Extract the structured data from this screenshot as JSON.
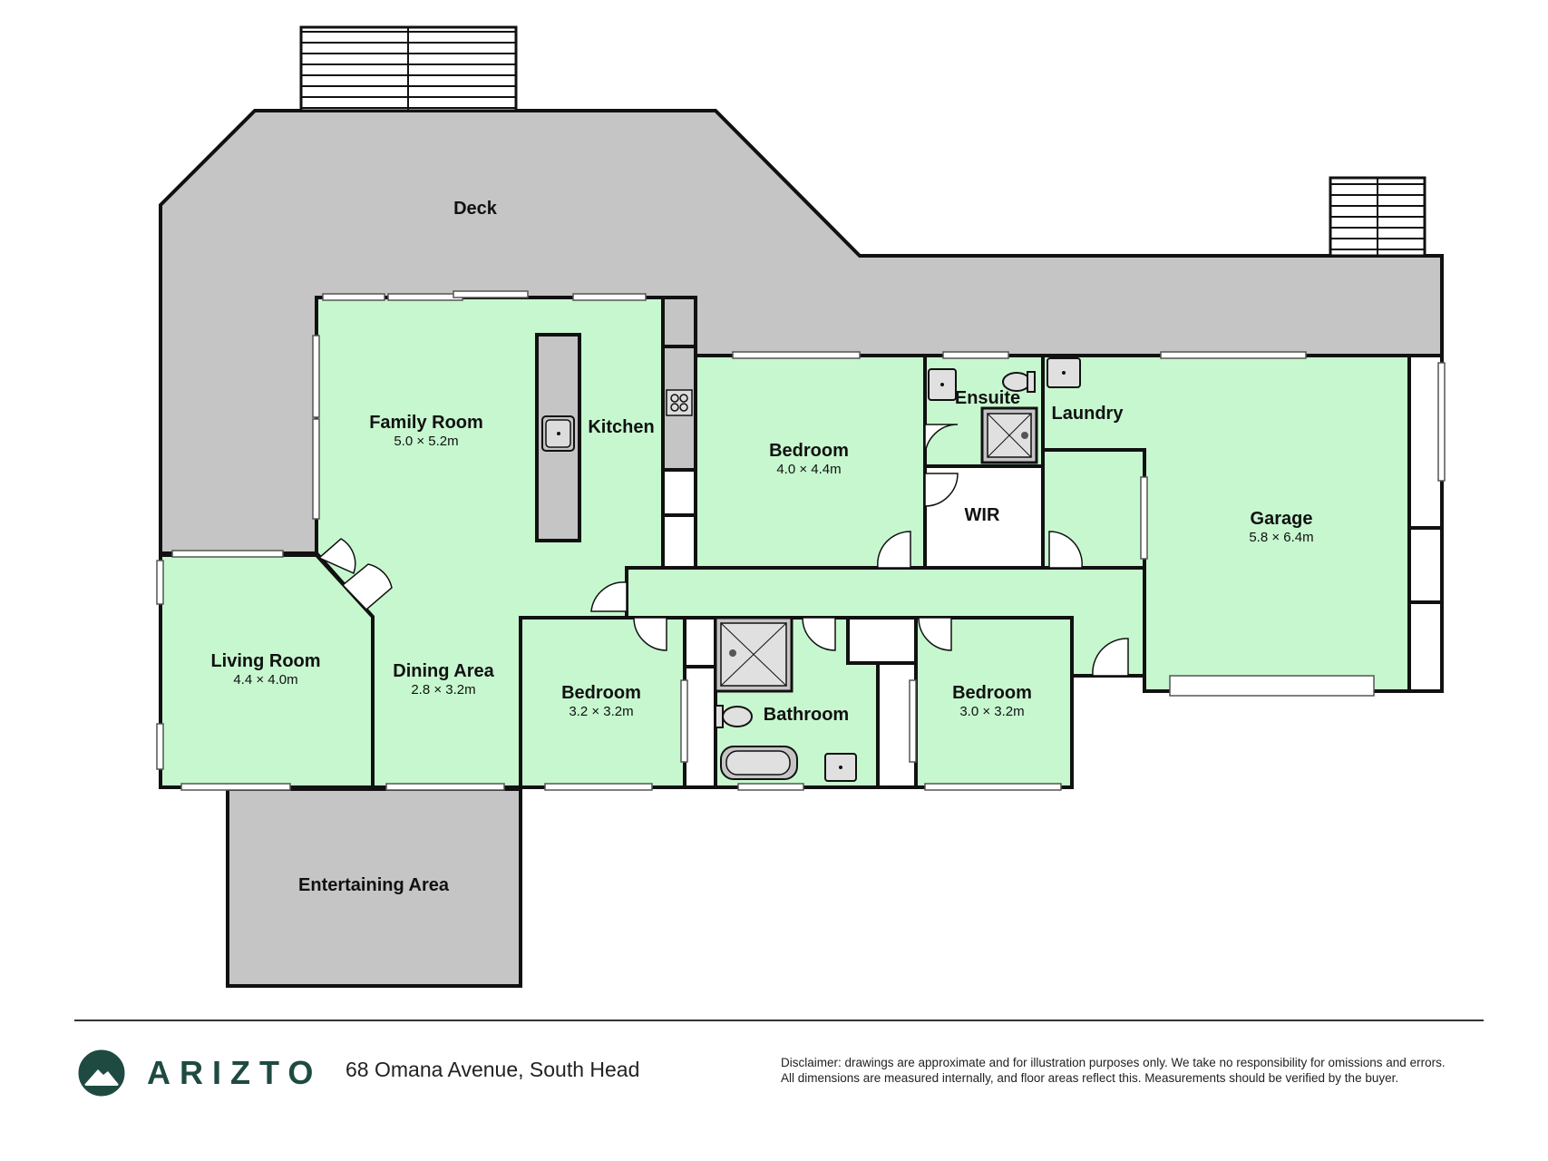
{
  "colors": {
    "room": "#c7f7cf",
    "outdoor": "#c5c5c5",
    "wall": "#111111",
    "brand": "#1e4a41"
  },
  "rooms": {
    "deck": {
      "name": "Deck"
    },
    "family_room": {
      "name": "Family Room",
      "dims": "5.0 × 5.2m"
    },
    "kitchen": {
      "name": "Kitchen"
    },
    "living_room": {
      "name": "Living Room",
      "dims": "4.4 × 4.0m"
    },
    "dining_area": {
      "name": "Dining Area",
      "dims": "2.8 × 3.2m"
    },
    "bedroom_main": {
      "name": "Bedroom",
      "dims": "4.0 × 4.4m"
    },
    "ensuite": {
      "name": "Ensuite"
    },
    "laundry": {
      "name": "Laundry"
    },
    "wir": {
      "name": "WIR"
    },
    "garage": {
      "name": "Garage",
      "dims": "5.8 × 6.4m"
    },
    "bedroom_2": {
      "name": "Bedroom",
      "dims": "3.2 × 3.2m"
    },
    "bathroom": {
      "name": "Bathroom"
    },
    "bedroom_3": {
      "name": "Bedroom",
      "dims": "3.0 × 3.2m"
    },
    "entertaining_area": {
      "name": "Entertaining Area"
    }
  },
  "footer": {
    "brand": "ARIZTO",
    "address": "68 Omana Avenue, South Head",
    "disclaimer_line1": "Disclaimer: drawings are approximate and for illustration purposes only. We take no responsibility for omissions and errors.",
    "disclaimer_line2": "All dimensions are measured internally, and floor areas reflect this. Measurements should be verified by the buyer."
  },
  "icons": [
    "stairs-icon",
    "sink-icon",
    "cooktop-icon",
    "toilet-icon",
    "shower-icon",
    "bathtub-icon",
    "door-swing-icon",
    "logo-mountain-icon"
  ]
}
